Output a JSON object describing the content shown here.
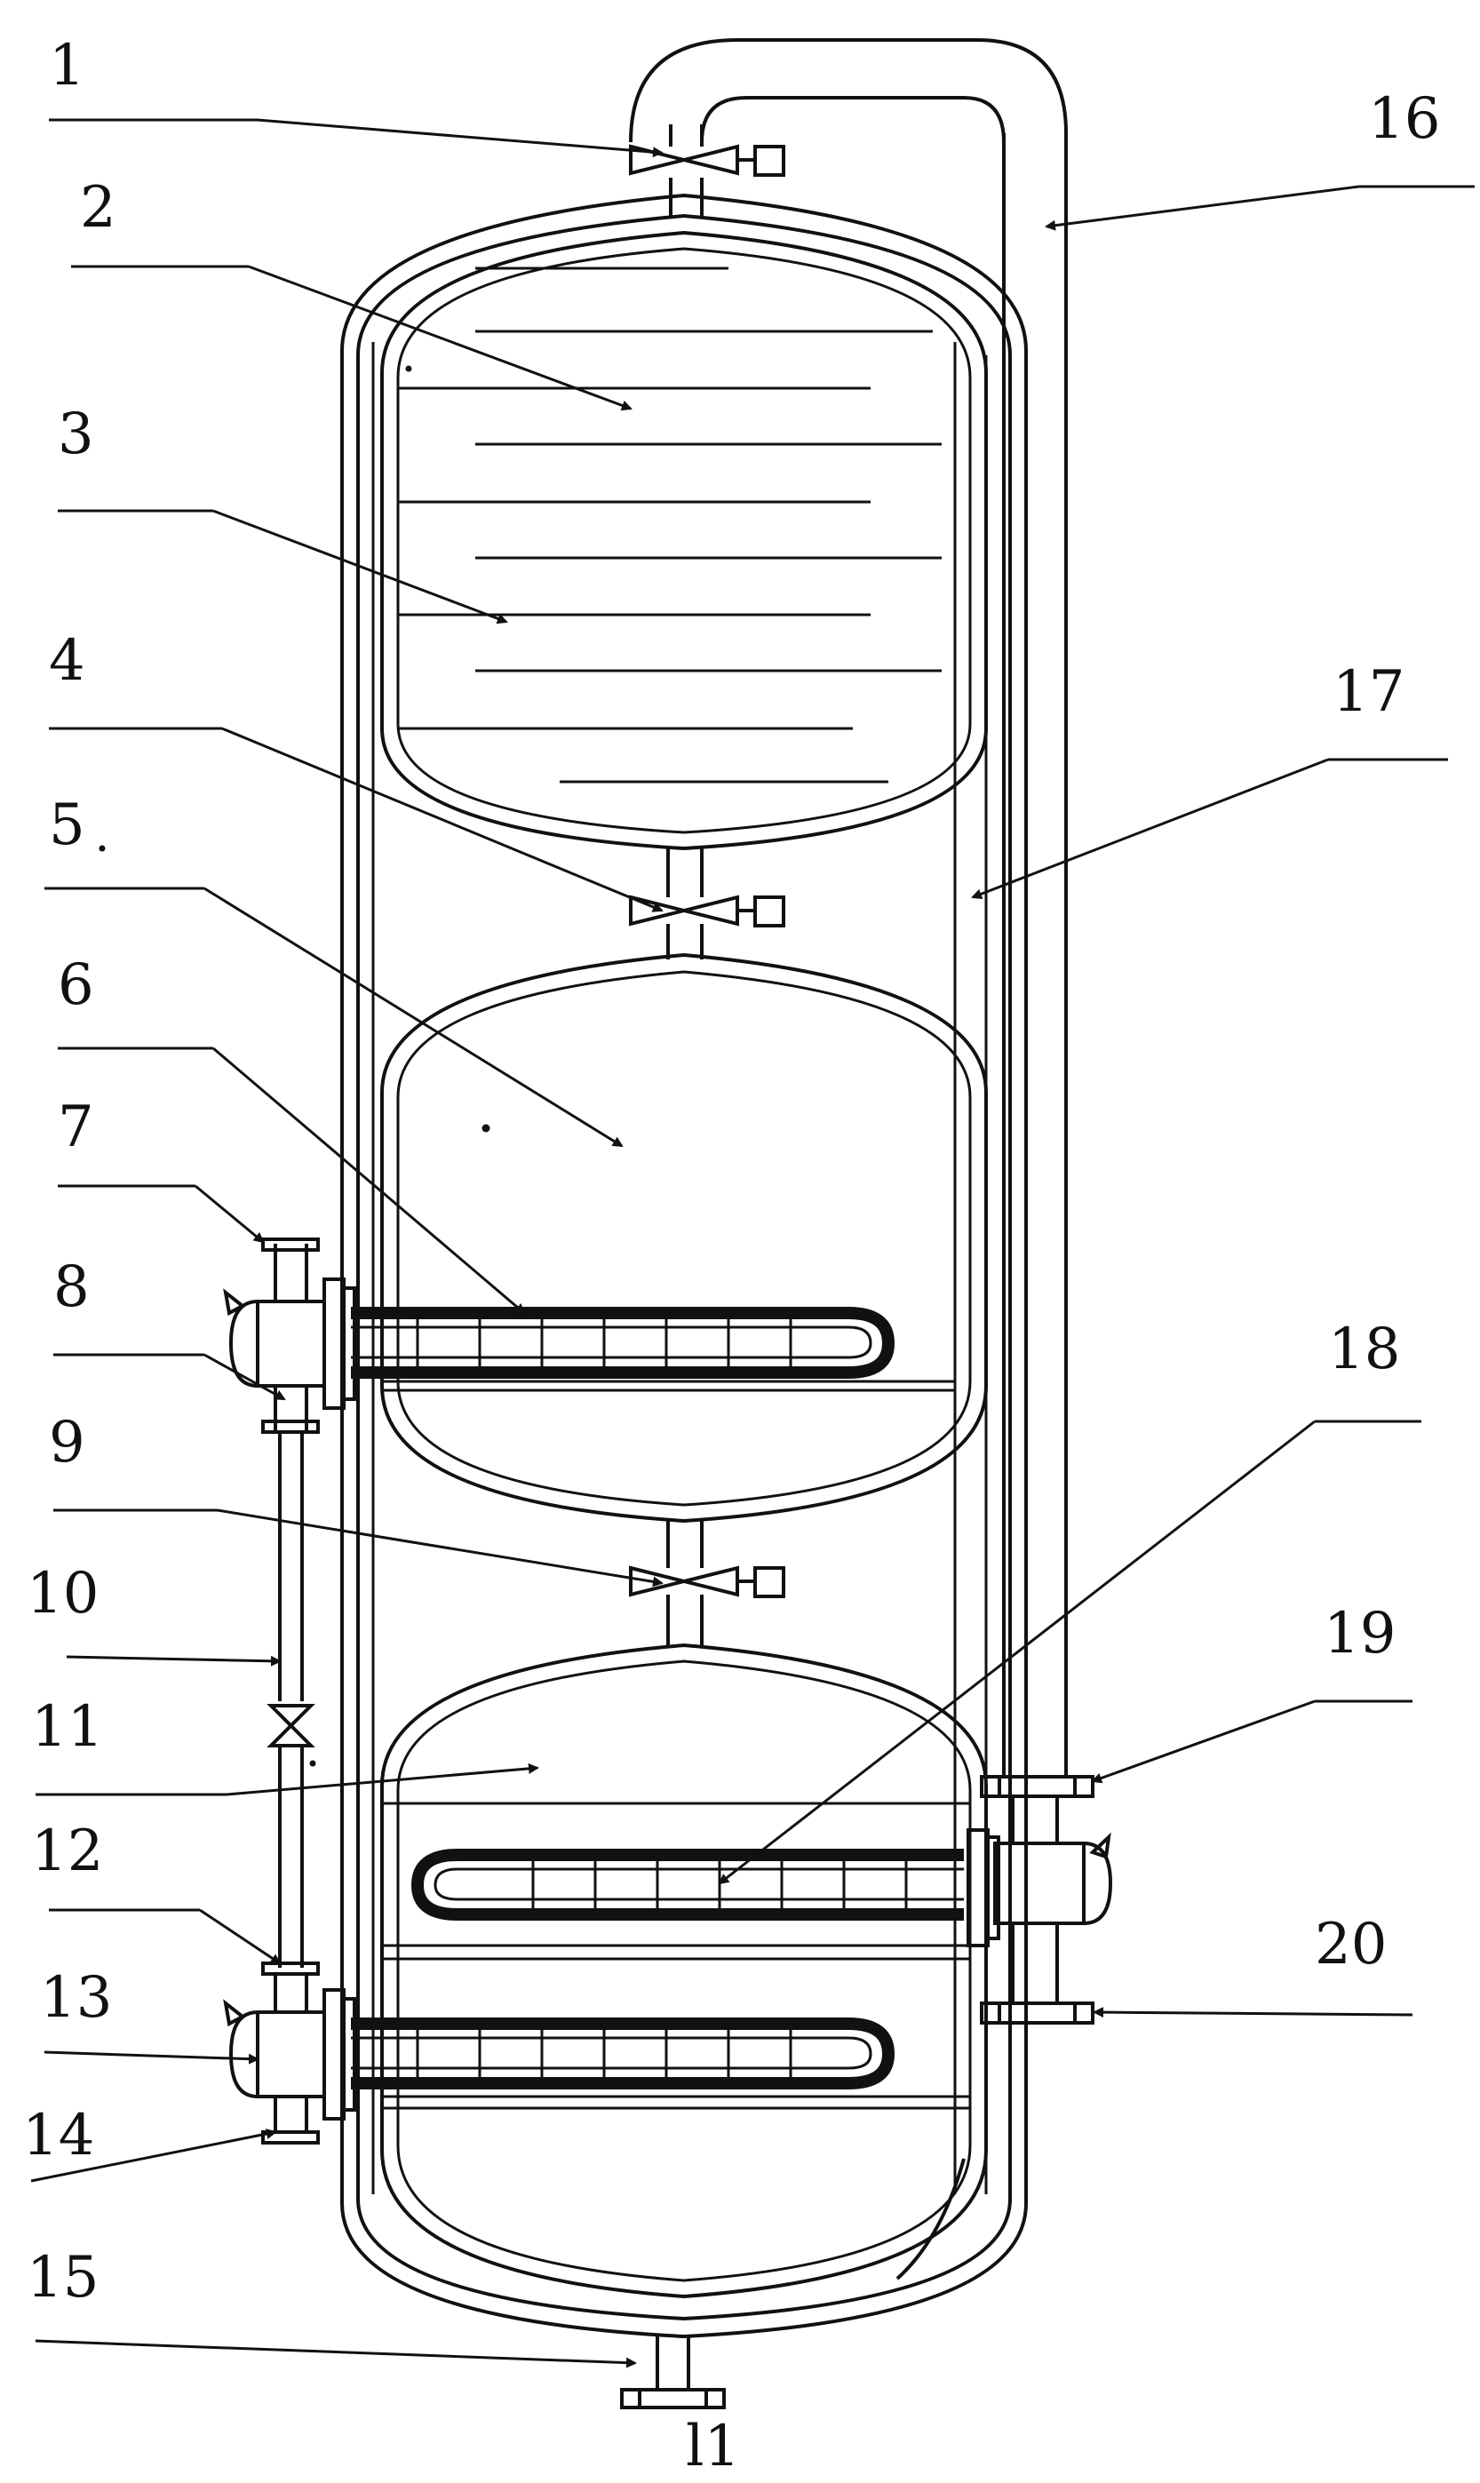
{
  "figure": {
    "background": "#ffffff",
    "line_color": "#111111"
  },
  "labels": {
    "l1": "1",
    "l2": "2",
    "l3": "3",
    "l4": "4",
    "l5": "5",
    "l6": "6",
    "l7": "7",
    "l8": "8",
    "l9": "9",
    "l10": "10",
    "l11": "11",
    "l12": "12",
    "l13": "13",
    "l14": "14",
    "l15": "15",
    "l16": "16",
    "l17": "17",
    "l18": "18",
    "l19": "19",
    "l20": "20",
    "outlet": "l1"
  }
}
